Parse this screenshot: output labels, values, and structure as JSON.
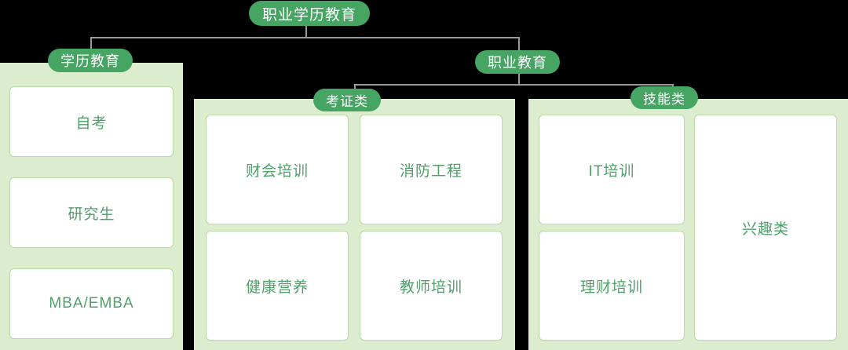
{
  "diagram": {
    "title": "职业学历教育",
    "type": "org-hierarchy",
    "colors": {
      "background": "#000000",
      "pill_fill": "#46a563",
      "pill_text": "#ffffff",
      "panel_fill": "#dceccf",
      "card_fill": "#ffffff",
      "card_border": "#b9d9a6",
      "card_text": "#4fa069",
      "connector": "#9a9a9a"
    }
  },
  "root": {
    "label": "职业学历教育"
  },
  "level2": [
    {
      "label": "学历教育"
    },
    {
      "label": "职业教育"
    }
  ],
  "level3": [
    {
      "label": "考证类"
    },
    {
      "label": "技能类"
    }
  ],
  "groups": {
    "xueli": {
      "header": "学历教育",
      "cards": [
        {
          "label": "自考"
        },
        {
          "label": "研究生"
        },
        {
          "label": "MBA/EMBA"
        }
      ]
    },
    "kaozheng": {
      "header": "考证类",
      "cards": [
        {
          "label": "财会培训"
        },
        {
          "label": "消防工程"
        },
        {
          "label": "健康营养"
        },
        {
          "label": "教师培训"
        }
      ]
    },
    "jineng": {
      "header": "技能类",
      "cards": [
        {
          "label": "IT培训"
        },
        {
          "label": "理财培训"
        },
        {
          "label": "兴趣类"
        }
      ]
    }
  }
}
